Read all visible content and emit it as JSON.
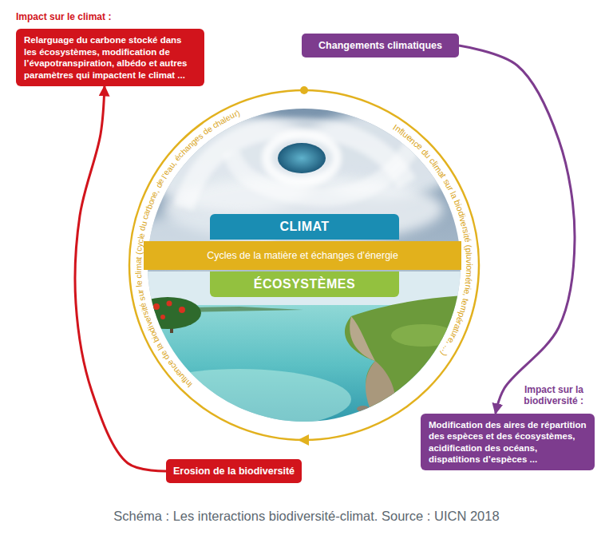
{
  "diagram": {
    "caption": "Schéma : Les interactions biodiversité-climat. Source : UICN 2018",
    "nodes": [
      {
        "text": [
          "Impact sur le climat :",
          "Relarguage du carbone stocké dans les écosystèmes, modification de l’évapotranspiration, albédo et autres paramètres qui impactent le climat ..."
        ]
      },
      {
        "text": [
          "Changements climatiques"
        ]
      },
      {
        "text": [
          "CLIMAT"
        ]
      },
      {
        "text": [
          "Cycles de la matière et échanges d’énergie"
        ]
      },
      {
        "text": [
          "ÉCOSYSTÈMES"
        ]
      },
      {
        "text": [
          "Impact sur la biodiversité :",
          "Modification des aires de répartition des espèces et des écosystèmes, acidification des océans, dispatitions d’espèces ..."
        ]
      },
      {
        "text": [
          "Erosion de la biodiversité"
        ]
      }
    ],
    "edges": [
      {
        "from": 1,
        "to": 5,
        "arrow": "to"
      },
      {
        "from": 6,
        "to": 0,
        "arrow": "to"
      }
    ],
    "labels": [
      "Influence du climat sur la biodiversité (pluviométrie, température, ...)",
      "Influence de la biodiversité sur le climat (cycle du carbone, de l’eau, échanges de chaleur)"
    ]
  }
}
